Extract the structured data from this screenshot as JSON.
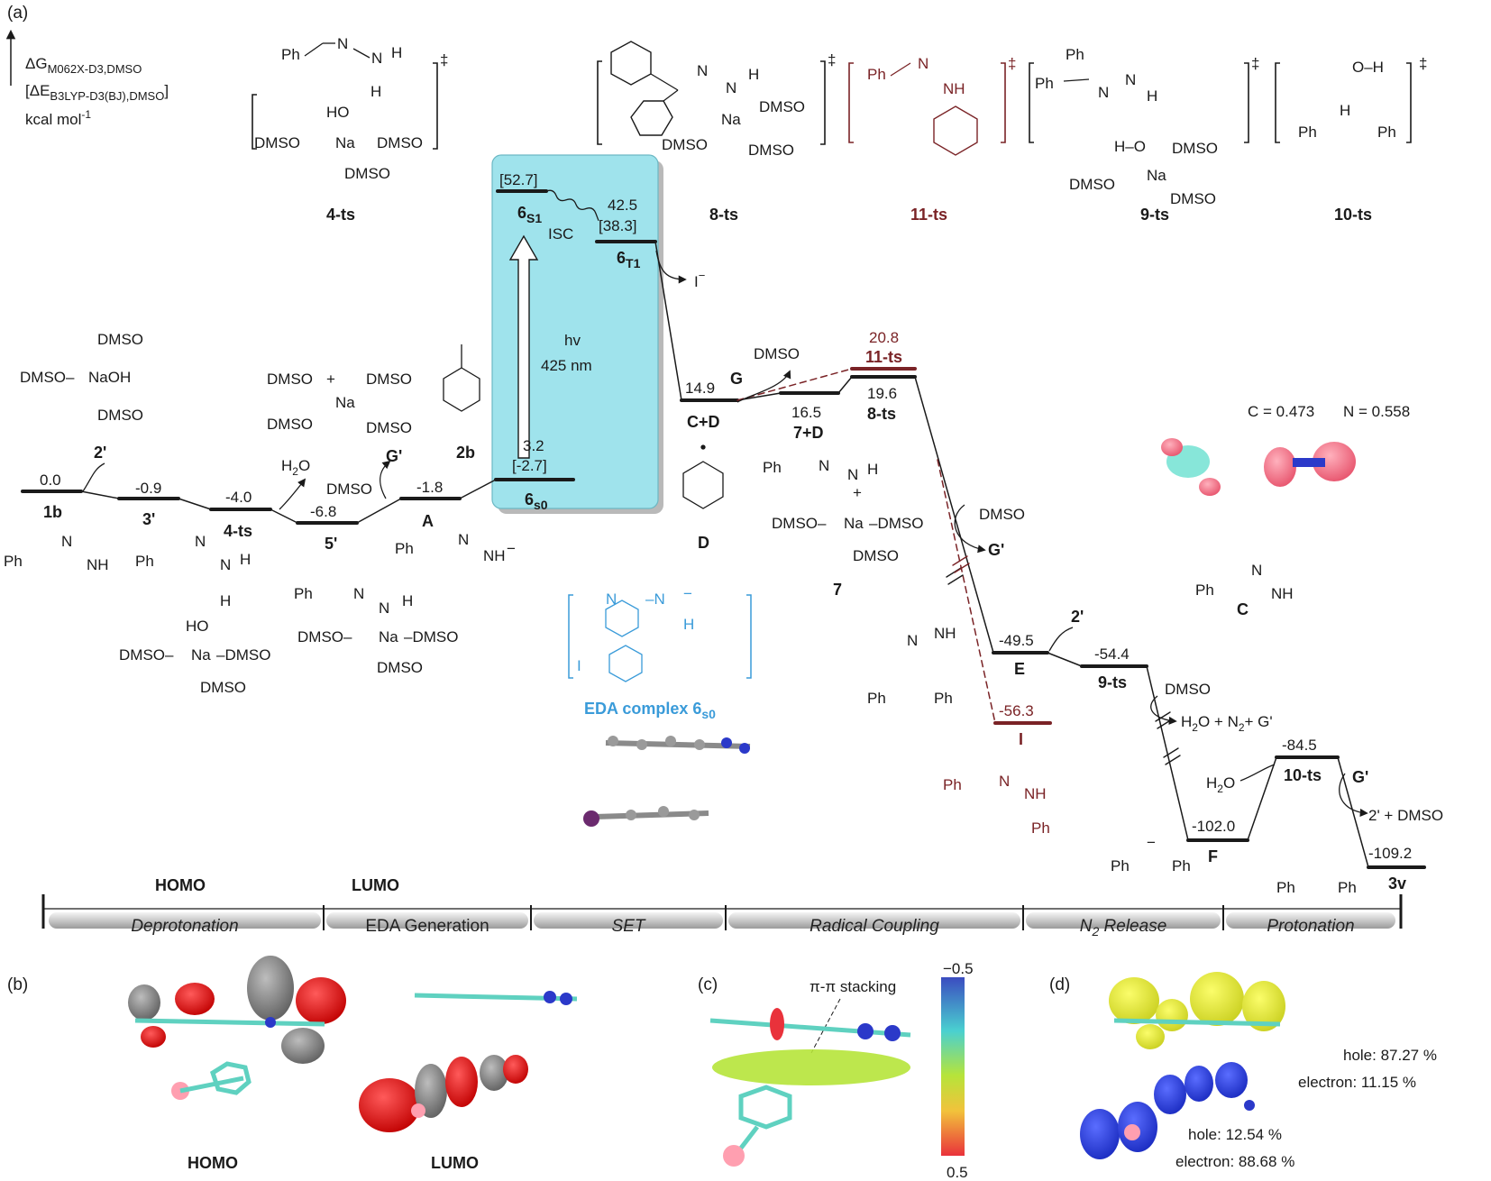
{
  "panels": {
    "a": "(a)",
    "b": "(b)",
    "c": "(c)",
    "d": "(d)"
  },
  "legend": {
    "line1": "ΔG",
    "line1_sub": "M062X-D3,DMSO",
    "line2": "[ΔE",
    "line2_sub": "B3LYP-D3(BJ),DMSO",
    "line2_end": "]",
    "line3": "kcal mol",
    "line3_sup": "-1"
  },
  "levels": [
    {
      "id": "1b",
      "energy": "0.0",
      "label": "1b"
    },
    {
      "id": "3p",
      "energy": "-0.9",
      "label": "3'"
    },
    {
      "id": "4ts",
      "energy": "-4.0",
      "label": "4-ts"
    },
    {
      "id": "5p",
      "energy": "-6.8",
      "label": "5'"
    },
    {
      "id": "A",
      "energy": "-1.8",
      "label": "A"
    },
    {
      "id": "6s0",
      "energy": "3.2",
      "energy2": "[-2.7]",
      "label": "6",
      "label_sub": "s0"
    },
    {
      "id": "6s1",
      "energy": "[52.7]",
      "label": "6",
      "label_sub": "S1"
    },
    {
      "id": "6t1",
      "energy": "42.5",
      "energy2": "[38.3]",
      "label": "6",
      "label_sub": "T1"
    },
    {
      "id": "CD",
      "energy": "14.9",
      "label": "C+D"
    },
    {
      "id": "7D",
      "energy": "16.5",
      "label": "7+D"
    },
    {
      "id": "8ts",
      "energy": "19.6",
      "label": "8-ts"
    },
    {
      "id": "11ts",
      "energy": "20.8",
      "label": "11-ts"
    },
    {
      "id": "E",
      "energy": "-49.5",
      "label": "E"
    },
    {
      "id": "9ts",
      "energy": "-54.4",
      "label": "9-ts"
    },
    {
      "id": "I",
      "energy": "-56.3",
      "label": "I"
    },
    {
      "id": "F",
      "energy": "-102.0",
      "label": "F"
    },
    {
      "id": "10ts",
      "energy": "-84.5",
      "label": "10-ts"
    },
    {
      "id": "3v",
      "energy": "-109.2",
      "label": "3v"
    }
  ],
  "annotations": {
    "two_prime": "2'",
    "h2o": "H",
    "h2o_sub": "2",
    "h2o_end": "O",
    "dmso": "DMSO",
    "g_prime": "G'",
    "two_b": "2b",
    "isc": "ISC",
    "hv": "hv",
    "nm": "425 nm",
    "iodide": "I",
    "iodide_sup": "−",
    "g": "G",
    "d_label": "D",
    "seven": "7",
    "c_label": "C",
    "release": "H",
    "release_sub": "2",
    "release_mid": "O + N",
    "release_sub2": "2",
    "release_end": "+ G'",
    "h2o_b": "H",
    "h2o_b_sub": "2",
    "h2o_b_end": "O",
    "final": "2' + DMSO",
    "spin_c": "C = 0.473",
    "spin_n": "N = 0.558",
    "homo": "HOMO",
    "lumo": "LUMO",
    "eda": "EDA complex 6",
    "eda_sub": "s0"
  },
  "ts_labels": {
    "ts4": "4-ts",
    "ts8": "8-ts",
    "ts11": "11-ts",
    "ts9": "9-ts",
    "ts10": "10-ts",
    "dagger": "‡"
  },
  "stages": [
    "Deprotonation",
    "EDA Generation",
    "SET",
    "Radical Coupling",
    "N2 Release",
    "Protonation"
  ],
  "orbitals": {
    "homo": "HOMO",
    "lumo": "LUMO"
  },
  "nci": {
    "stacking": "π-π stacking",
    "scale_top": "−0.5",
    "scale_bottom": "0.5"
  },
  "hole_electron": {
    "hole1": "hole:  87.27  %",
    "electron1": "electron:  11.15  %",
    "hole2": "hole:  12.54  %",
    "electron2": "electron:  88.68  %"
  },
  "colors": {
    "ink": "#1a1a1a",
    "offpath": "#7a2326",
    "eda_box": "#9fe3ec",
    "eda_text": "#3a9bd9",
    "stage_bar": "#c9c9c9"
  }
}
